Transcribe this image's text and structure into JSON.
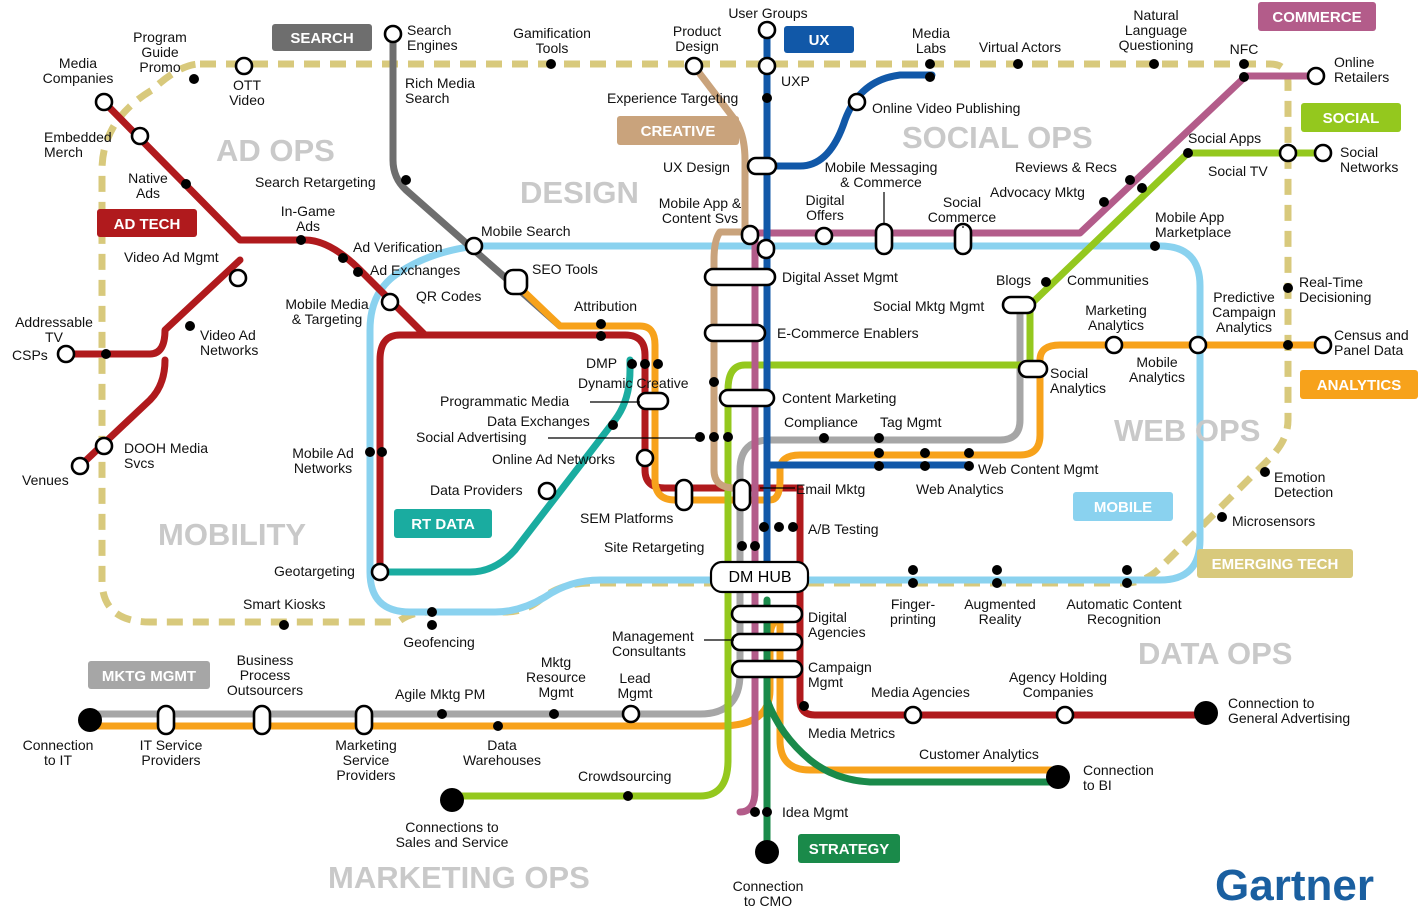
{
  "diagram": {
    "brand": "Gartner",
    "hub": "DM HUB",
    "colors": {
      "ring": "#d8c97c",
      "ad_tech": "#b01a1d",
      "search": "#6e6e6e",
      "ux": "#1158a8",
      "creative": "#c9a37c",
      "commerce": "#b35c8a",
      "social": "#94c81e",
      "analytics": "#f7a21b",
      "rt_data": "#1aaca0",
      "mobile": "#8ad2ef",
      "mktg_mgmt": "#a6a6a6",
      "strategy": "#1a8a4a"
    },
    "zones": {
      "ad_ops": "AD OPS",
      "design": "DESIGN",
      "social_ops": "SOCIAL OPS",
      "mobility": "MOBILITY",
      "web_ops": "WEB OPS",
      "data_ops": "DATA OPS",
      "marketing_ops": "MARKETING OPS"
    },
    "badges": {
      "search": "SEARCH",
      "ux": "UX",
      "commerce": "COMMERCE",
      "creative": "CREATIVE",
      "social": "SOCIAL",
      "ad_tech": "AD TECH",
      "analytics": "ANALYTICS",
      "rt_data": "RT DATA",
      "mobile": "MOBILE",
      "emerging_tech": "EMERGING TECH",
      "mktg_mgmt": "MKTG MGMT",
      "strategy": "STRATEGY"
    },
    "labels": {
      "media_companies": [
        "Media",
        "Companies"
      ],
      "program_guide_promo": [
        "Program",
        "Guide",
        "Promo"
      ],
      "ott_video": [
        "OTT",
        "Video"
      ],
      "search_engines": [
        "Search",
        "Engines"
      ],
      "rich_media_search": [
        "Rich Media",
        "Search"
      ],
      "gamification_tools": [
        "Gamification",
        "Tools"
      ],
      "product_design": [
        "Product",
        "Design"
      ],
      "user_groups": [
        "User Groups"
      ],
      "uxp": [
        "UXP"
      ],
      "media_labs": [
        "Media",
        "Labs"
      ],
      "virtual_actors": [
        "Virtual Actors"
      ],
      "nlq": [
        "Natural",
        "Language",
        "Questioning"
      ],
      "nfc": [
        "NFC"
      ],
      "online_retailers": [
        "Online",
        "Retailers"
      ],
      "embedded_merch": [
        "Embedded",
        "Merch"
      ],
      "native_ads": [
        "Native",
        "Ads"
      ],
      "experience_targeting": [
        "Experience Targeting"
      ],
      "online_video_publishing": [
        "Online Video Publishing"
      ],
      "social_apps": [
        "Social Apps"
      ],
      "social_networks": [
        "Social",
        "Networks"
      ],
      "social_tv": [
        "Social TV"
      ],
      "search_retargeting": [
        "Search Retargeting"
      ],
      "ux_design": [
        "UX Design"
      ],
      "mobile_messaging": [
        "Mobile Messaging",
        "& Commerce"
      ],
      "reviews_recs": [
        "Reviews & Recs"
      ],
      "advocacy_mktg": [
        "Advocacy Mktg"
      ],
      "digital_offers": [
        "Digital",
        "Offers"
      ],
      "social_commerce": [
        "Social",
        "Commerce"
      ],
      "in_game_ads": [
        "In-Game",
        "Ads"
      ],
      "mobile_app_content": [
        "Mobile App &",
        "Content Svs"
      ],
      "mobile_search": [
        "Mobile Search"
      ],
      "mobile_app_marketplace": [
        "Mobile App",
        "Marketplace"
      ],
      "video_ad_mgmt": [
        "Video Ad Mgmt"
      ],
      "ad_verification": [
        "Ad Verification"
      ],
      "ad_exchanges": [
        "Ad Exchanges"
      ],
      "seo_tools": [
        "SEO Tools"
      ],
      "digital_asset_mgmt": [
        "Digital Asset Mgmt"
      ],
      "blogs": [
        "Blogs"
      ],
      "communities": [
        "Communities"
      ],
      "real_time_decisioning": [
        "Real-Time",
        "Decisioning"
      ],
      "addressable_tv": [
        "Addressable",
        "TV"
      ],
      "mobile_media_targeting": [
        "Mobile Media",
        "& Targeting"
      ],
      "qr_codes": [
        "QR Codes"
      ],
      "attribution": [
        "Attribution"
      ],
      "social_mktg_mgmt": [
        "Social Mktg Mgmt"
      ],
      "predictive_campaign_analytics": [
        "Predictive",
        "Campaign",
        "Analytics"
      ],
      "csps": [
        "CSPs"
      ],
      "video_ad_networks": [
        "Video Ad",
        "Networks"
      ],
      "e_commerce_enablers": [
        "E-Commerce Enablers"
      ],
      "marketing_analytics": [
        "Marketing",
        "Analytics"
      ],
      "census_panel_data": [
        "Census and",
        "Panel Data"
      ],
      "dmp": [
        "DMP"
      ],
      "dynamic_creative": [
        "Dynamic Creative"
      ],
      "mobile_analytics": [
        "Mobile",
        "Analytics"
      ],
      "social_analytics": [
        "Social",
        "Analytics"
      ],
      "programmatic_media": [
        "Programmatic Media"
      ],
      "content_marketing": [
        "Content Marketing"
      ],
      "data_exchanges": [
        "Data Exchanges"
      ],
      "compliance": [
        "Compliance"
      ],
      "tag_mgmt": [
        "Tag Mgmt"
      ],
      "social_advertising": [
        "Social Advertising"
      ],
      "dooh_media_svcs": [
        "DOOH Media",
        "Svcs"
      ],
      "mobile_ad_networks": [
        "Mobile Ad",
        "Networks"
      ],
      "online_ad_networks": [
        "Online Ad Networks"
      ],
      "web_content_mgmt": [
        "Web Content Mgmt"
      ],
      "emotion_detection": [
        "Emotion",
        "Detection"
      ],
      "venues": [
        "Venues"
      ],
      "data_providers": [
        "Data Providers"
      ],
      "email_mktg": [
        "Email Mktg"
      ],
      "web_analytics": [
        "Web Analytics"
      ],
      "microsensors": [
        "Microsensors"
      ],
      "sem_platforms": [
        "SEM Platforms"
      ],
      "ab_testing": [
        "A/B Testing"
      ],
      "site_retargeting": [
        "Site Retargeting"
      ],
      "geotargeting": [
        "Geotargeting"
      ],
      "smart_kiosks": [
        "Smart Kiosks"
      ],
      "digital_agencies": [
        "Digital",
        "Agencies"
      ],
      "fingerprinting": [
        "Finger-",
        "printing"
      ],
      "augmented_reality": [
        "Augmented",
        "Reality"
      ],
      "acr": [
        "Automatic Content",
        "Recognition"
      ],
      "geofencing": [
        "Geofencing"
      ],
      "management_consultants": [
        "Management",
        "Consultants"
      ],
      "business_process_outsourcers": [
        "Business",
        "Process",
        "Outsourcers"
      ],
      "mktg_resource_mgmt": [
        "Mktg",
        "Resource",
        "Mgmt"
      ],
      "lead_mgmt": [
        "Lead",
        "Mgmt"
      ],
      "agile_mktg_pm": [
        "Agile Mktg PM"
      ],
      "campaign_mgmt": [
        "Campaign",
        "Mgmt"
      ],
      "media_agencies": [
        "Media Agencies"
      ],
      "agency_holding_companies": [
        "Agency Holding",
        "Companies"
      ],
      "connection_general_advertising": [
        "Connection to",
        "General Advertising"
      ],
      "connection_it": [
        "Connection",
        "to IT"
      ],
      "it_service_providers": [
        "IT Service",
        "Providers"
      ],
      "marketing_service_providers": [
        "Marketing",
        "Service",
        "Providers"
      ],
      "data_warehouses": [
        "Data",
        "Warehouses"
      ],
      "media_metrics": [
        "Media Metrics"
      ],
      "customer_analytics": [
        "Customer Analytics"
      ],
      "connection_bi": [
        "Connection",
        "to BI"
      ],
      "crowdsourcing": [
        "Crowdsourcing"
      ],
      "connections_sales_service": [
        "Connections to",
        "Sales and Service"
      ],
      "idea_mgmt": [
        "Idea Mgmt"
      ],
      "connection_cmo": [
        "Connection",
        "to CMO"
      ]
    }
  }
}
